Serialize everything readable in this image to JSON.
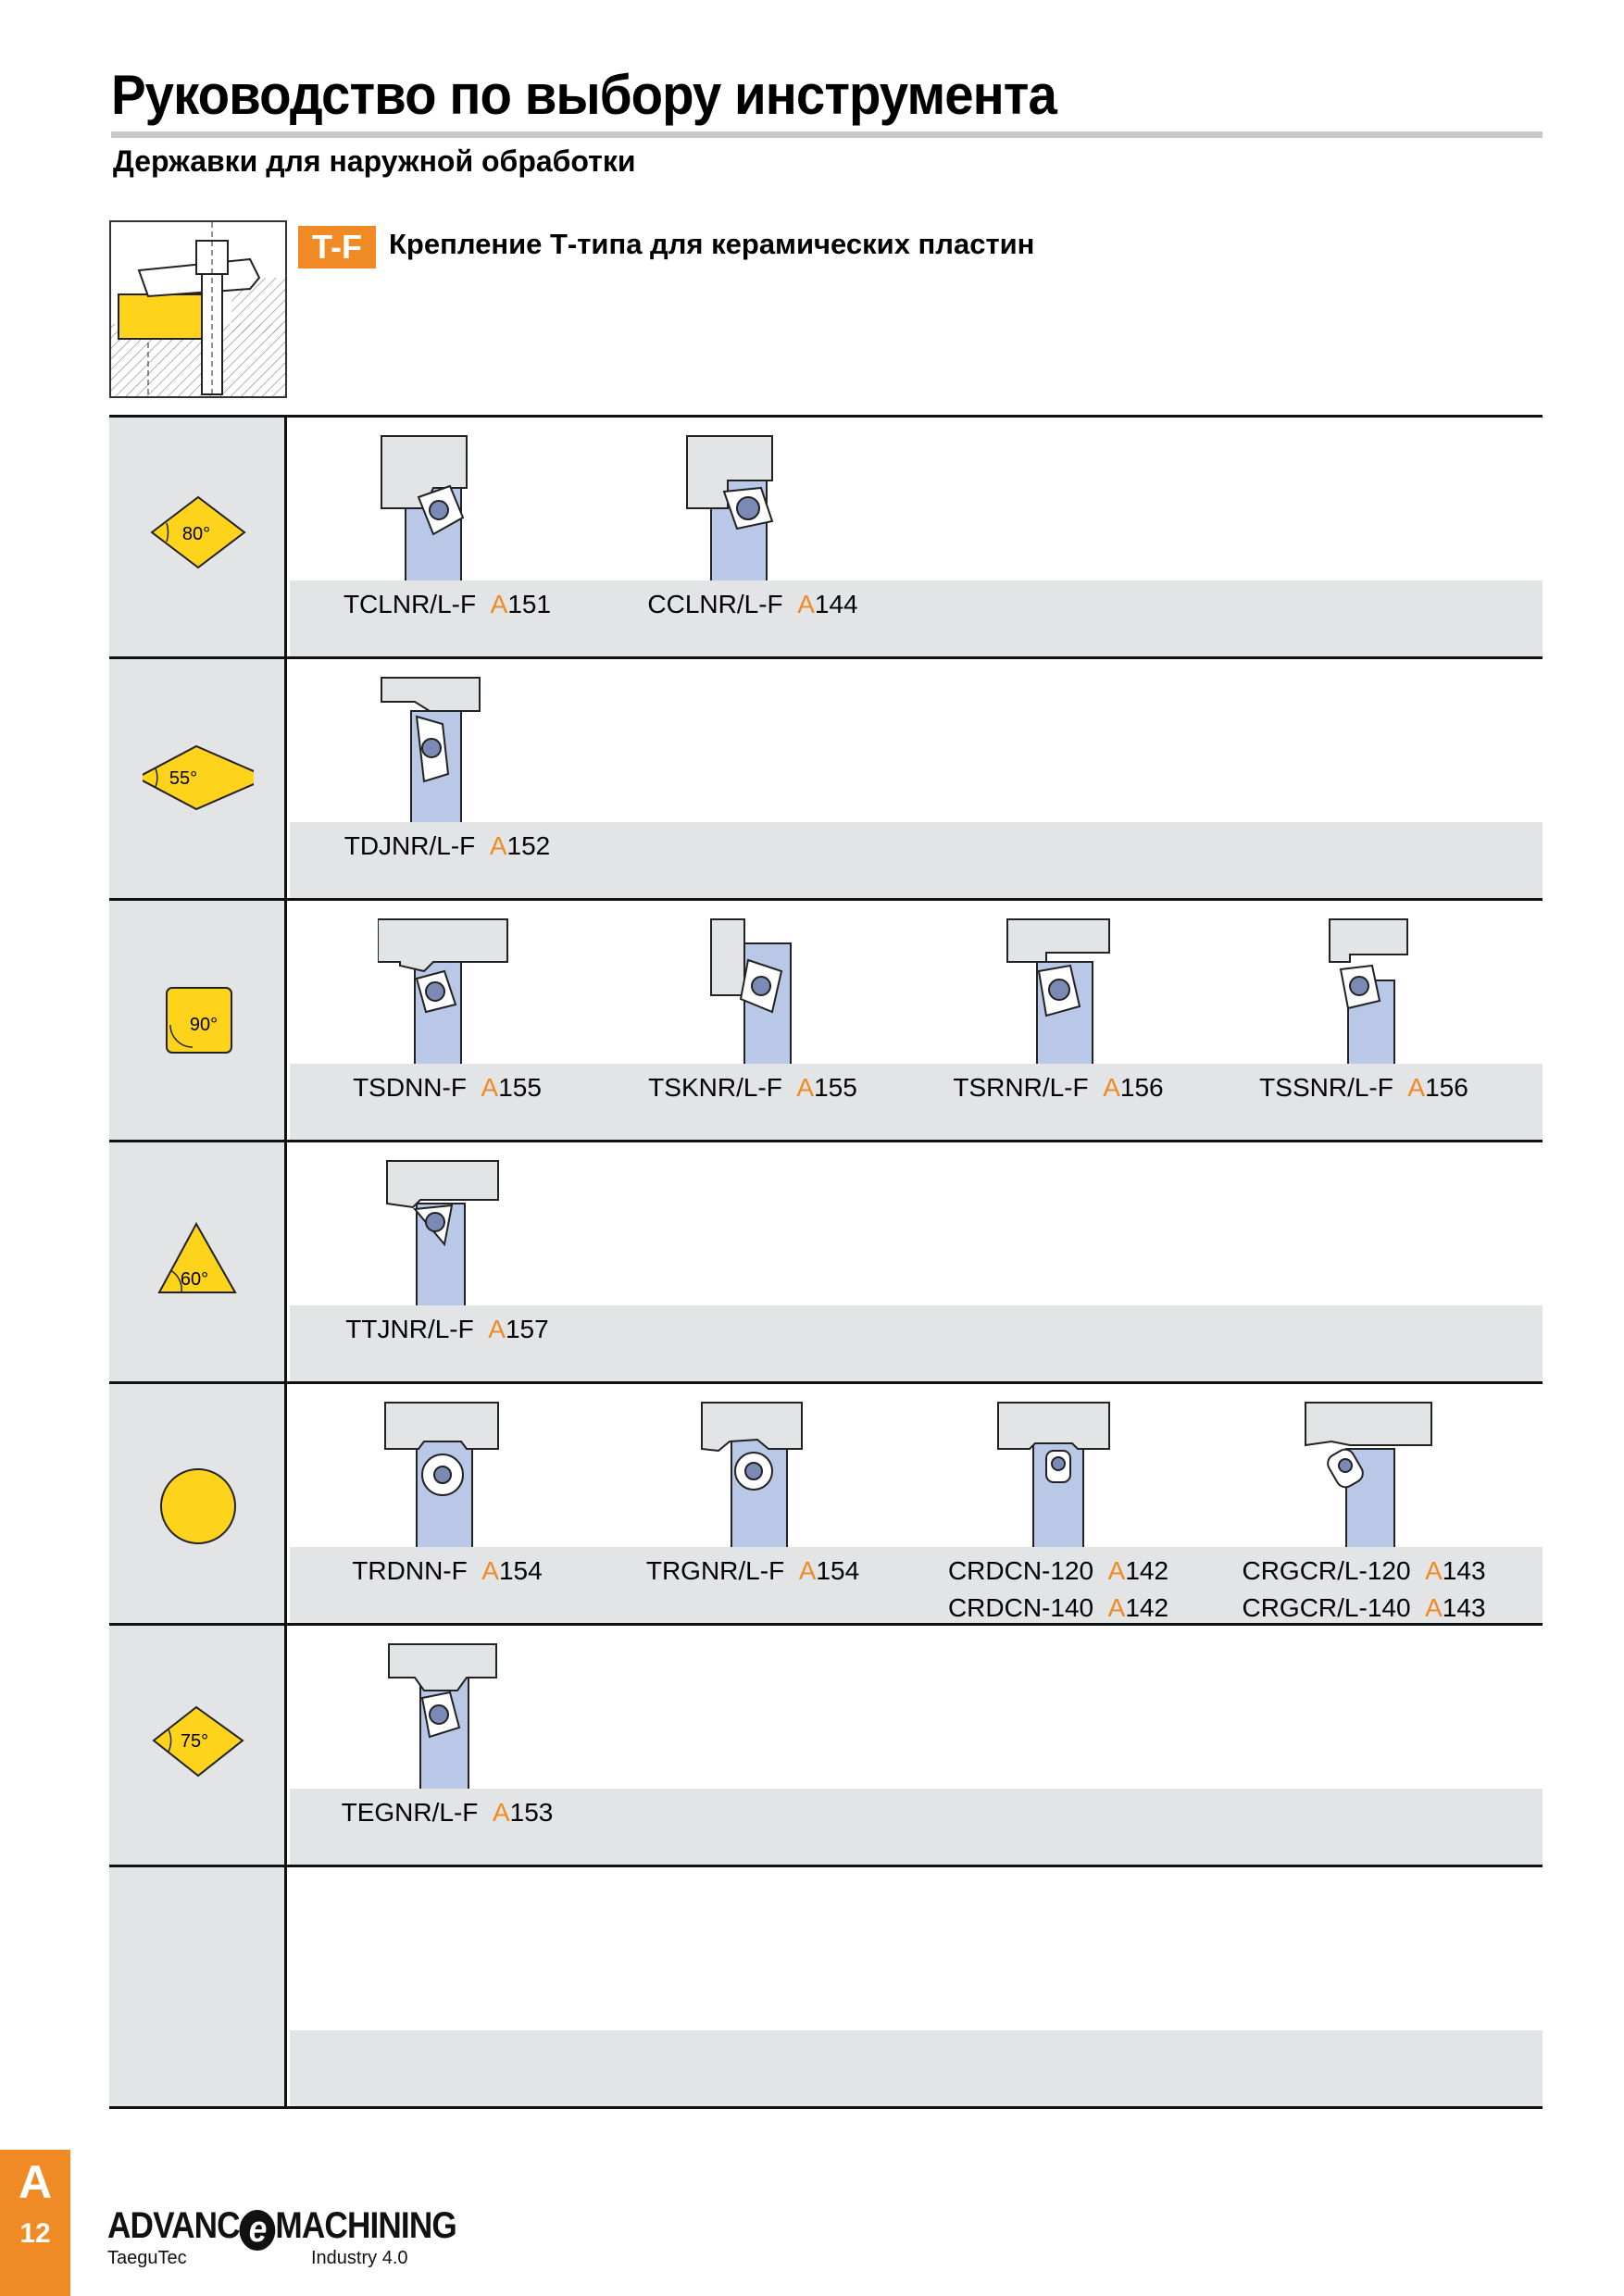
{
  "header": {
    "title": "Руководство по выбору инструмента",
    "subtitle": "Державки для наружной обработки"
  },
  "section": {
    "badge": "T-F",
    "title": "Крепление Т-типа для керамических пластин"
  },
  "colors": {
    "accent": "#f08a24",
    "insert": "#fdd41b",
    "shade": "#e3e4e6",
    "tool_blue": "#b9c8e6"
  },
  "rows": [
    {
      "insert_shape": "rhombus-80",
      "angle": "80°",
      "tools": [
        {
          "name": "TCLNR/L-F",
          "page_prefix": "A",
          "page_num": "151"
        },
        {
          "name": "CCLNR/L-F",
          "page_prefix": "A",
          "page_num": "144"
        }
      ]
    },
    {
      "insert_shape": "rhombus-55",
      "angle": "55°",
      "tools": [
        {
          "name": "TDJNR/L-F",
          "page_prefix": "A",
          "page_num": "152"
        }
      ]
    },
    {
      "insert_shape": "square-90",
      "angle": "90°",
      "tools": [
        {
          "name": "TSDNN-F",
          "page_prefix": "A",
          "page_num": "155"
        },
        {
          "name": "TSKNR/L-F",
          "page_prefix": "A",
          "page_num": "155"
        },
        {
          "name": "TSRNR/L-F",
          "page_prefix": "A",
          "page_num": "156"
        },
        {
          "name": "TSSNR/L-F",
          "page_prefix": "A",
          "page_num": "156"
        }
      ]
    },
    {
      "insert_shape": "triangle-60",
      "angle": "60°",
      "tools": [
        {
          "name": "TTJNR/L-F",
          "page_prefix": "A",
          "page_num": "157"
        }
      ]
    },
    {
      "insert_shape": "round",
      "angle": "",
      "tools": [
        {
          "name": "TRDNN-F",
          "page_prefix": "A",
          "page_num": "154"
        },
        {
          "name": "TRGNR/L-F",
          "page_prefix": "A",
          "page_num": "154"
        },
        {
          "name": "CRDCN-120",
          "page_prefix": "A",
          "page_num": "142",
          "name2": "CRDCN-140",
          "page_prefix2": "A",
          "page_num2": "142"
        },
        {
          "name": "CRGCR/L-120",
          "page_prefix": "A",
          "page_num": "143",
          "name2": "CRGCR/L-140",
          "page_prefix2": "A",
          "page_num2": "143"
        }
      ]
    },
    {
      "insert_shape": "rhombus-75",
      "angle": "75°",
      "tools": [
        {
          "name": "TEGNR/L-F",
          "page_prefix": "A",
          "page_num": "153"
        }
      ]
    },
    {
      "insert_shape": "none",
      "angle": "",
      "tools": []
    }
  ],
  "footer": {
    "section_letter": "A",
    "page_number": "12",
    "brand_part1": "ADVANC",
    "brand_e": "e",
    "brand_part2": "MACHINING",
    "brand_sub1": "TaeguTec",
    "brand_sub2": "Industry 4.0"
  }
}
